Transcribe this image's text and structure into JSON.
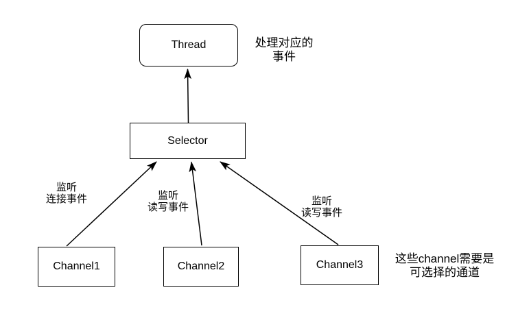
{
  "diagram": {
    "nodes": {
      "thread": "Thread",
      "selector": "Selector",
      "channel1": "Channel1",
      "channel2": "Channel2",
      "channel3": "Channel3"
    },
    "edge_labels": {
      "channel1": "监听\n连接事件",
      "channel2": "监听\n读写事件",
      "channel3": "监听\n读写事件"
    },
    "notes": {
      "thread": "处理对应的\n事件",
      "channels": "这些channel需要是\n可选择的通道"
    },
    "colors": {
      "background": "#ffffff",
      "stroke": "#000000",
      "text": "#000000"
    }
  }
}
